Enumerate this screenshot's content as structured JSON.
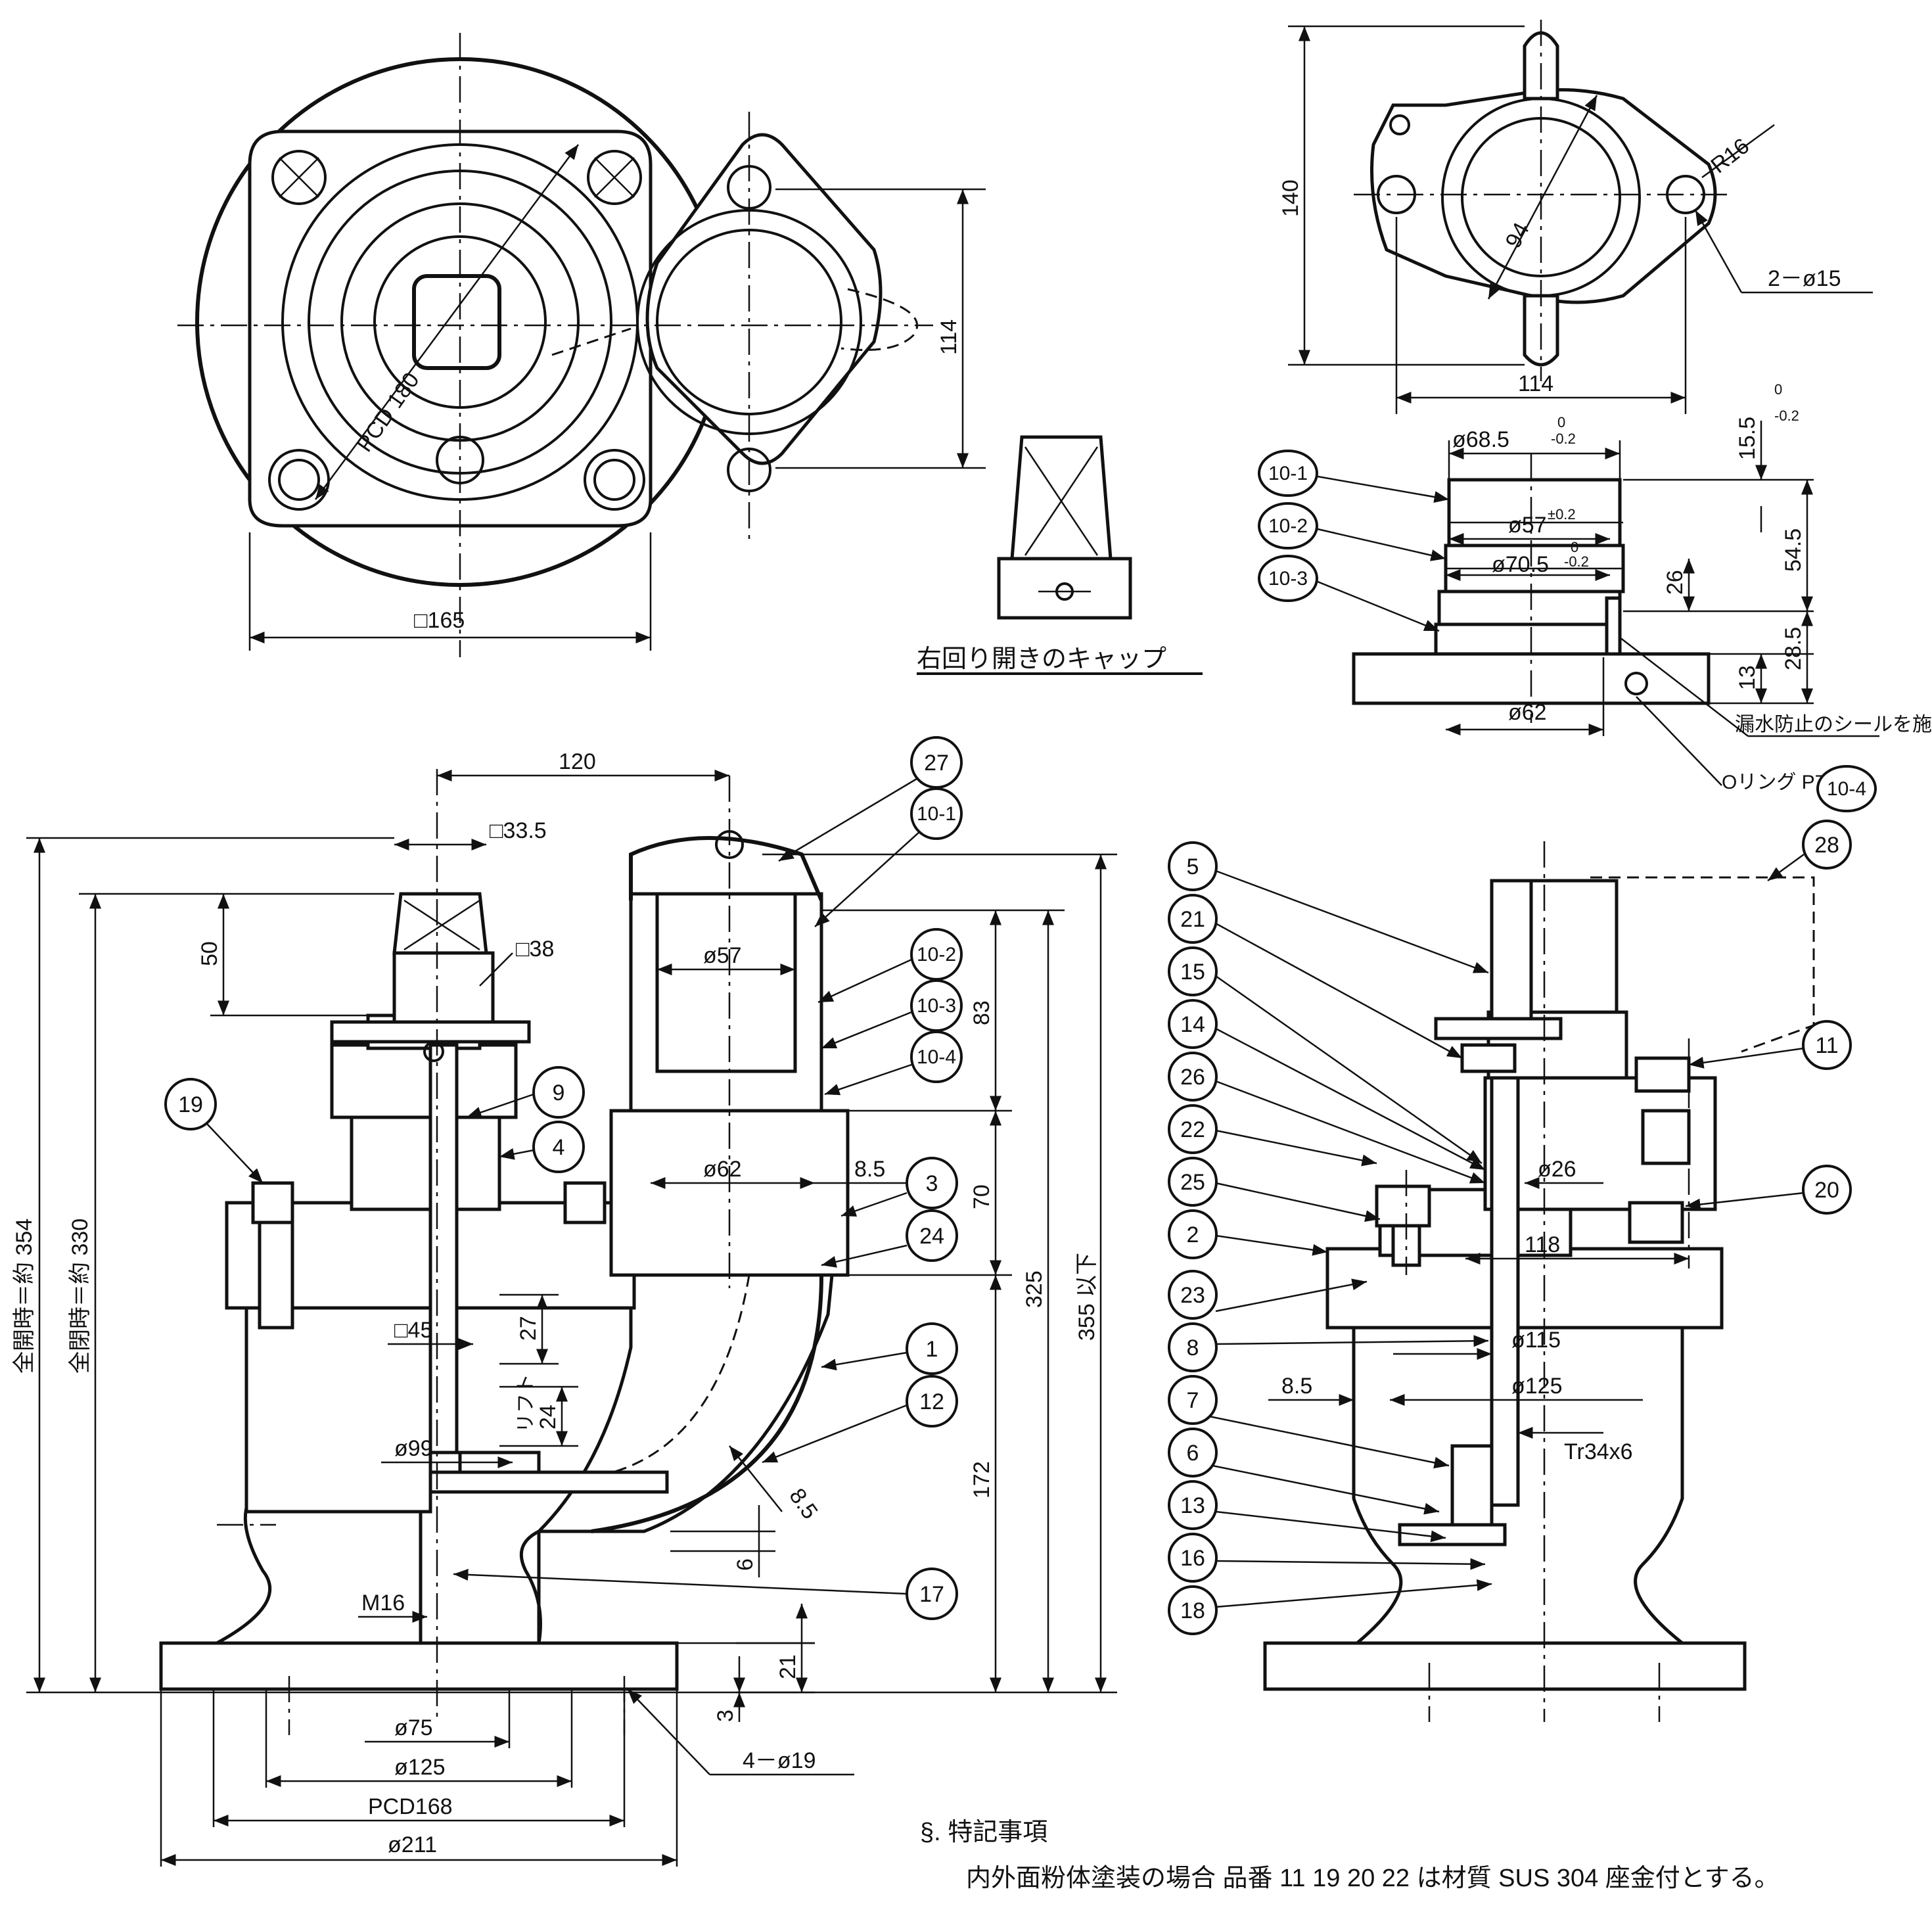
{
  "top_view": {
    "pcd": "PCD 180",
    "height_dim": "114",
    "width_dim": "□165"
  },
  "cap_view": {
    "caption": "右回り開きのキャップ"
  },
  "flange_view": {
    "height_dim": "140",
    "width_dim": "114",
    "diameter_dim": "94",
    "radius_dim": "R16",
    "holes": "2－ø15"
  },
  "adapter_view": {
    "labels": [
      "10-1",
      "10-2",
      "10-3",
      "10-4"
    ],
    "d1": "ø68.5",
    "d1_tol_upper": "0",
    "d1_tol_lower": "-0.2",
    "d2": "ø57",
    "d2_tol": "±0.2",
    "d3": "ø70.5",
    "d3_tol_upper": "0",
    "d3_tol_lower": "-0.2",
    "d4": "ø62",
    "h1": "15.5",
    "h1_tol_upper": "0",
    "h1_tol_lower": "-0.2",
    "h2": "54.5",
    "h3": "26",
    "h4": "28.5",
    "h5": "13",
    "seal_note": "漏水防止のシールを施す",
    "oring_note": "Oリング P75"
  },
  "front_view": {
    "labels": [
      "27",
      "10-1",
      "10-2",
      "10-3",
      "10-4",
      "19",
      "9",
      "4",
      "3",
      "24",
      "1",
      "12",
      "17"
    ],
    "dims": {
      "w120": "120",
      "sq33": "□33.5",
      "sq38": "□38",
      "h50": "50",
      "d57": "ø57",
      "h83": "83",
      "d62": "ø62",
      "t85a": "8.5",
      "h70": "70",
      "h325": "325",
      "h355": "355 以下",
      "open": "全開時＝約 354",
      "closed": "全閉時＝約 330",
      "sq45": "□45",
      "h27": "27",
      "lift": "リフト",
      "h24": "24",
      "d99": "ø99",
      "t85b": "8.5",
      "h6": "6",
      "m16": "M16",
      "h172": "172",
      "h21": "21",
      "h3": "3",
      "d75": "ø75",
      "d125": "ø125",
      "pcd168": "PCD168",
      "d211": "ø211",
      "holes": "4－ø19"
    }
  },
  "side_view": {
    "left_labels": [
      "5",
      "21",
      "15",
      "14",
      "26",
      "22",
      "25",
      "2",
      "23",
      "8",
      "7",
      "6",
      "13",
      "16",
      "18"
    ],
    "right_labels": [
      "28",
      "11",
      "20"
    ],
    "dims": {
      "d26": "ø26",
      "w118": "118",
      "d115": "ø115",
      "t85": "8.5",
      "d125": "ø125",
      "thread": "Tr34x6"
    }
  },
  "notes": {
    "heading": "§. 特記事項",
    "body": "内外面粉体塗装の場合 品番 11 19 20 22 は材質 SUS 304 座金付とする。"
  }
}
